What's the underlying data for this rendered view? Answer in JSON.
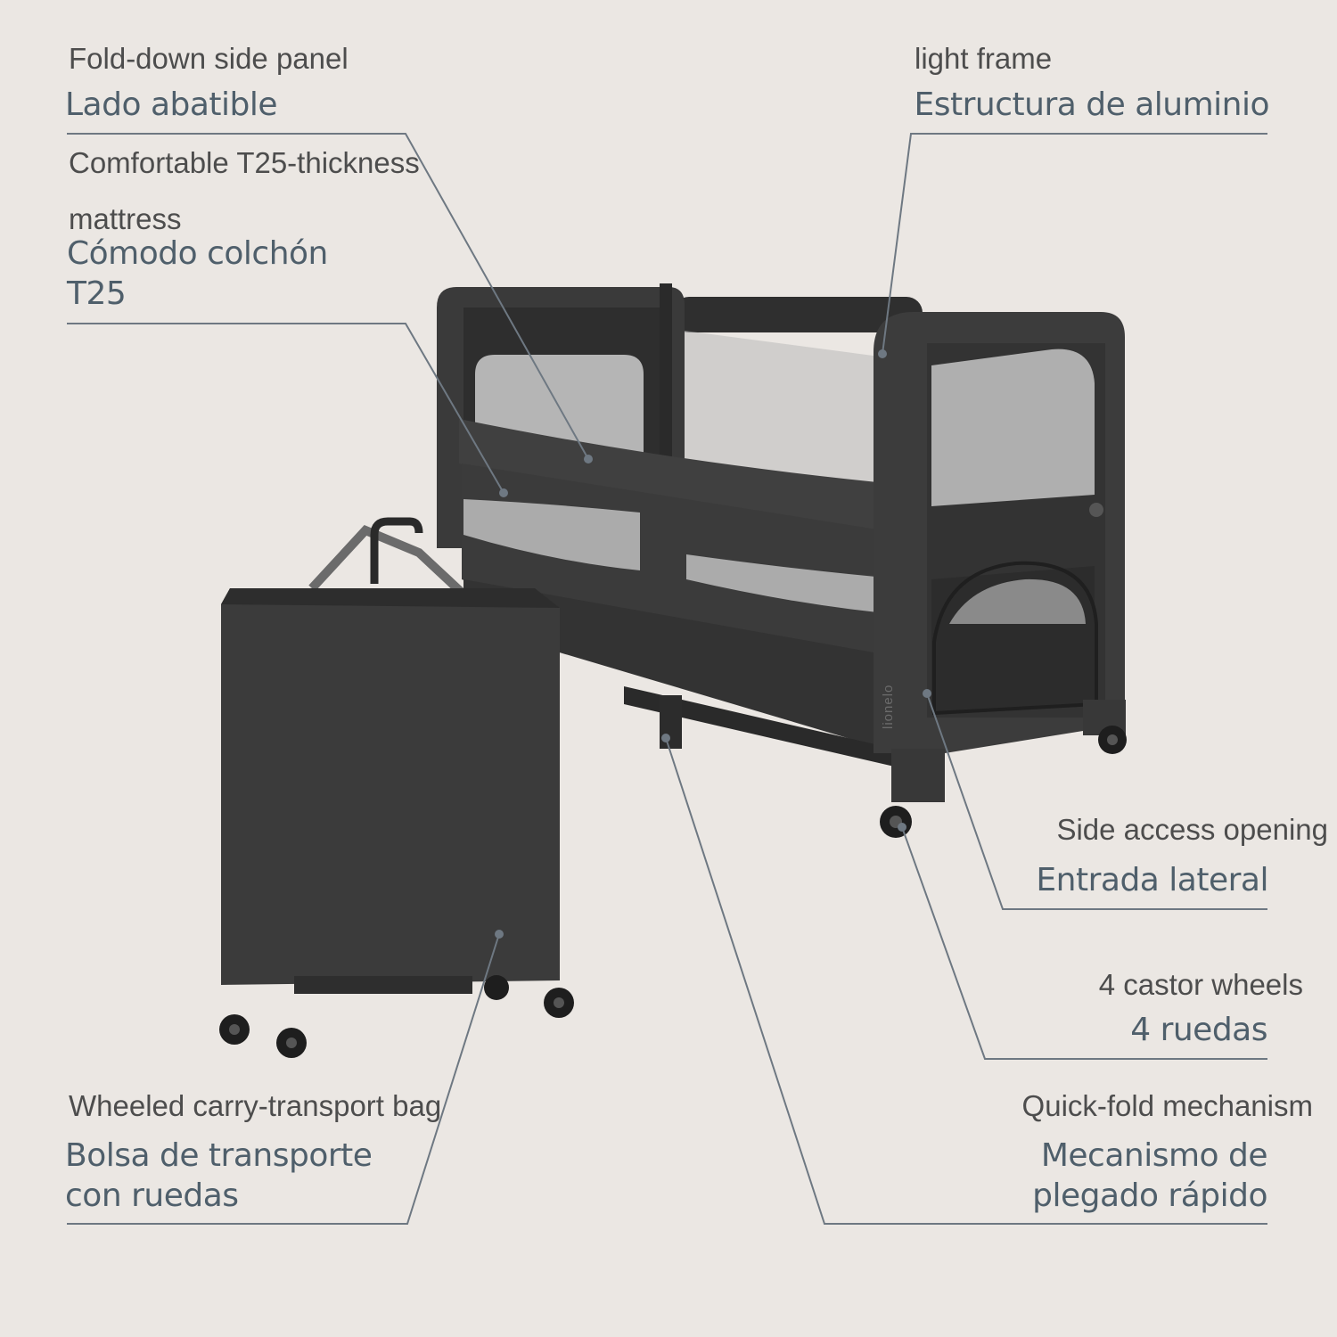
{
  "brand": "lionelo",
  "colors": {
    "background": "#ebe7e3",
    "product": "#3a3a3a",
    "callout_line": "#6e7882",
    "label_english": "#4d4d4d",
    "label_spanish": "#4f5f6b"
  },
  "callouts": {
    "fold_down": {
      "en": "Fold-down side panel",
      "es": "Lado abatible"
    },
    "mattress": {
      "en_line1": "Comfortable T25-thickness",
      "en_line2": "mattress",
      "es_line1": "Cómodo colchón",
      "es_line2": "T25"
    },
    "frame": {
      "en": "light frame",
      "es": "Estructura de aluminio"
    },
    "side_access": {
      "en": "Side access opening",
      "es": "Entrada lateral"
    },
    "wheels": {
      "en": "4 castor wheels",
      "es": "4 ruedas"
    },
    "carry_bag": {
      "en": "Wheeled carry-transport bag",
      "es_line1": "Bolsa de transporte",
      "es_line2": "con ruedas"
    },
    "quick_fold": {
      "en": "Quick-fold mechanism",
      "es_line1": "Mecanismo de",
      "es_line2": "plegado rápido"
    }
  }
}
